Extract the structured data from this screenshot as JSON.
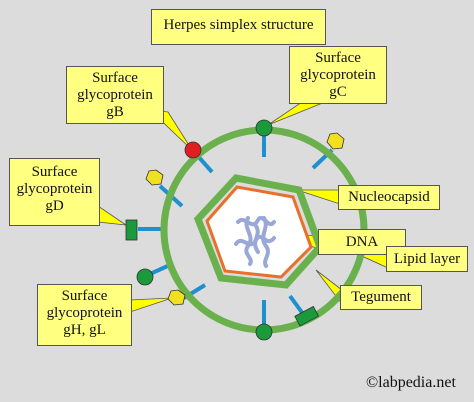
{
  "title": "Herpes simplex structure",
  "labels": {
    "gb": [
      "Surface",
      "glycoprotein",
      "gB"
    ],
    "gc": [
      "Surface",
      "glycoprotein",
      "gC"
    ],
    "gd": [
      "Surface",
      "glycoprotein",
      "gD"
    ],
    "gh": [
      "Surface",
      "glycoprotein",
      "gH, gL"
    ],
    "nucleocapsid": "Nucleocapsid",
    "dna": "DNA",
    "lipid": "Lipid layer",
    "tegument": "Tegument"
  },
  "credit": "©labpedia.net",
  "colors": {
    "background": "#dcdcdc",
    "label_fill": "#ffff80",
    "callout_fill": "#ffff00",
    "lipid_layer": "#6ab04c",
    "nucleocapsid": "#e8702a",
    "dna": "#9aa8d8",
    "stalk": "#1e90d0",
    "gb_head": "#e02020",
    "gc_head": "#1a9a3a",
    "gd_head": "#f0e020"
  }
}
